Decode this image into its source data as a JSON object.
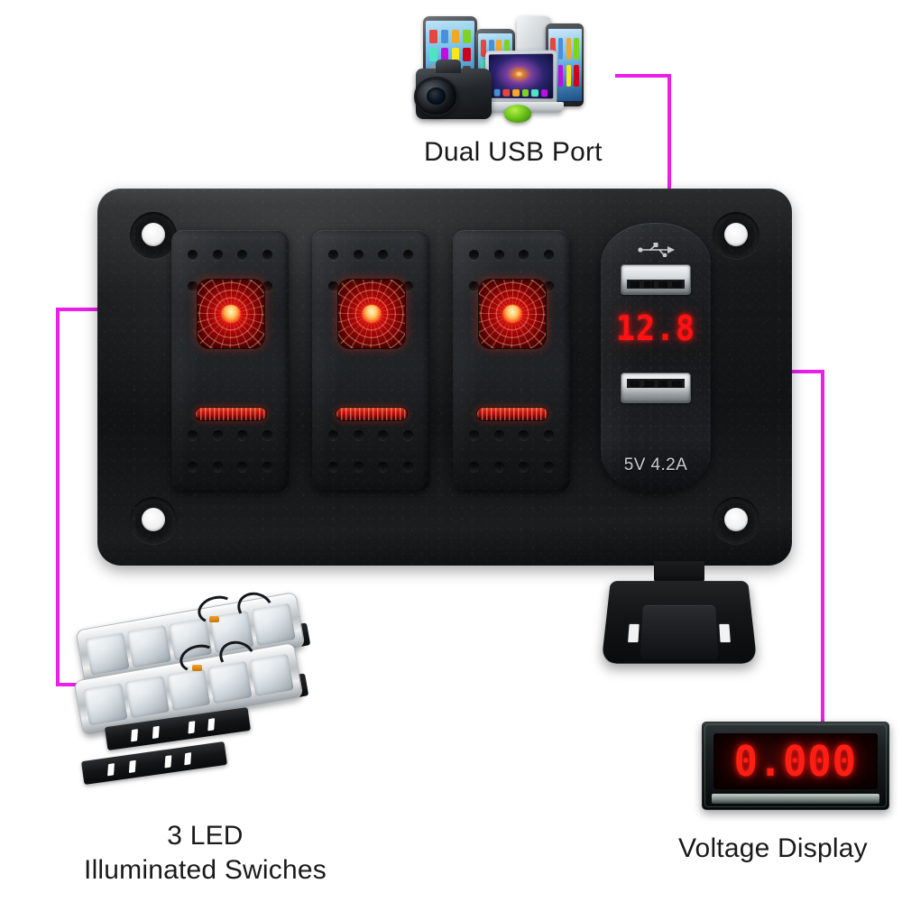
{
  "callouts": {
    "usb": {
      "label": "Dual USB Port",
      "line_color": "#ea1fea"
    },
    "leds": {
      "label_line1": "3 LED",
      "label_line2": "Illuminated Swiches"
    },
    "voltage": {
      "label": "Voltage Display"
    }
  },
  "panel": {
    "switch_count": 3,
    "switches": [
      {
        "name": "rocker-switch-1",
        "lamp_state": "on",
        "lamp_color": "#d6100f",
        "indicator_state": "on"
      },
      {
        "name": "rocker-switch-2",
        "lamp_state": "on",
        "lamp_color": "#d6100f",
        "indicator_state": "on"
      },
      {
        "name": "rocker-switch-3",
        "lamp_state": "on",
        "lamp_color": "#d6100f",
        "indicator_state": "on"
      }
    ],
    "mount_holes": 4,
    "body_color": "#16181a"
  },
  "usb_module": {
    "icon": "usb-icon",
    "port_count": 2,
    "voltage_reading": "12.8",
    "rating_text": "5V 4.2A",
    "led_color": "#ff1111"
  },
  "voltmeter": {
    "digits": "0.000",
    "led_color": "#ff1e14"
  },
  "led_bars": {
    "count": 2,
    "leds_per_bar": 5,
    "bracket_count": 2
  },
  "devices_collage": {
    "items": [
      "tablet",
      "tablet-small",
      "tablet-back",
      "smartphone",
      "laptop",
      "dslr-camera",
      "mouse"
    ]
  },
  "colors": {
    "background": "#ffffff",
    "callout_magenta": "#ea1fea",
    "lamp_red": "#d6100f",
    "text": "#1a1a1a"
  }
}
